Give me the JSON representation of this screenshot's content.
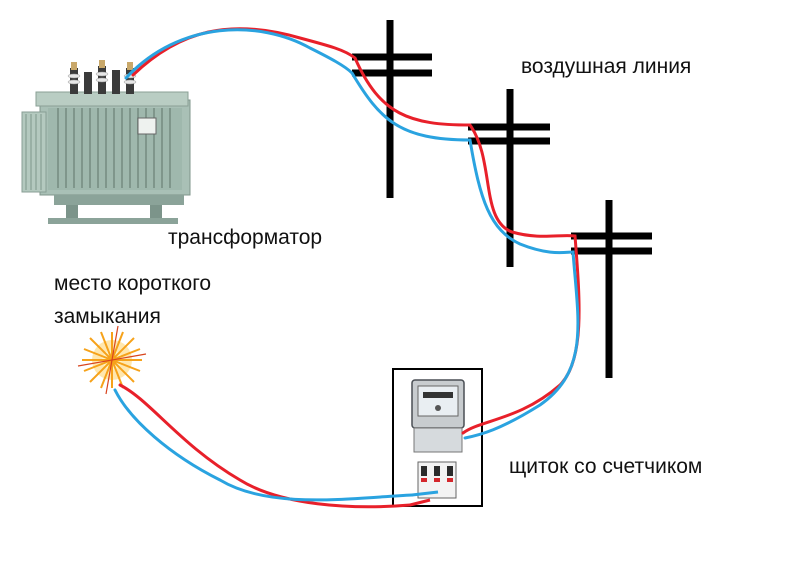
{
  "labels": {
    "transformer": "трансформатор",
    "overhead_line": "воздушная линия",
    "panel": "щиток со счетчиком",
    "short_circuit_line1": "место короткого",
    "short_circuit_line2": "замыкания"
  },
  "colors": {
    "phase_wire": "#e8202a",
    "neutral_wire": "#2aa3e0",
    "pole": "#000000",
    "transformer_body": "#9fb8ad",
    "spark": "#f6a21a"
  }
}
